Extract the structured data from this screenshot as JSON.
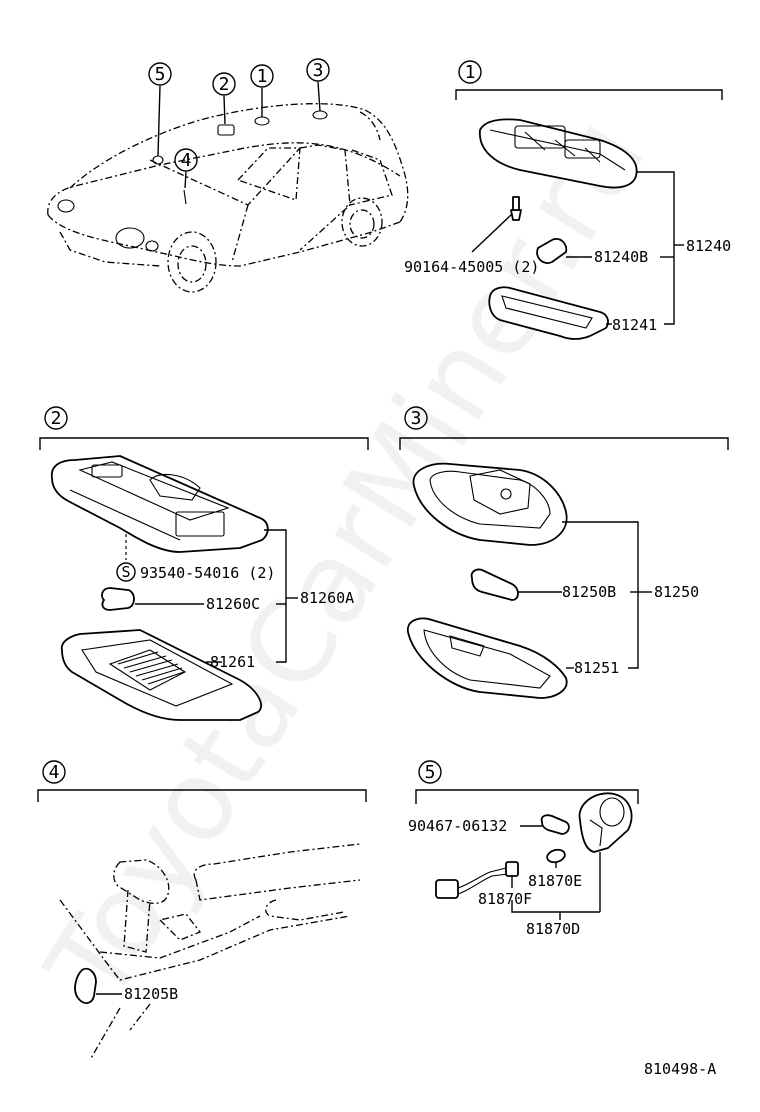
{
  "watermark": "ToyotaCarMiner.ru",
  "figure_code": "810498-A",
  "overview": {
    "markers": [
      "5",
      "2",
      "1",
      "3",
      "4"
    ]
  },
  "section1": {
    "number": "1",
    "labels": {
      "screw": "90164-45005 (2)",
      "bulb": "81240B",
      "assembly": "81240",
      "lens": "81241"
    }
  },
  "section2": {
    "number": "2",
    "screw_symbol": "S",
    "labels": {
      "screw": "93540-54016 (2)",
      "bulb": "81260C",
      "assembly": "81260A",
      "lens": "81261"
    }
  },
  "section3": {
    "number": "3",
    "labels": {
      "bulb": "81250B",
      "assembly": "81250",
      "lens": "81251"
    }
  },
  "section4": {
    "number": "4",
    "labels": {
      "bulb": "81205B"
    }
  },
  "section5": {
    "number": "5",
    "labels": {
      "bulb": "90467-06132",
      "lens": "81870E",
      "socket": "81870F",
      "assembly": "81870D"
    }
  }
}
